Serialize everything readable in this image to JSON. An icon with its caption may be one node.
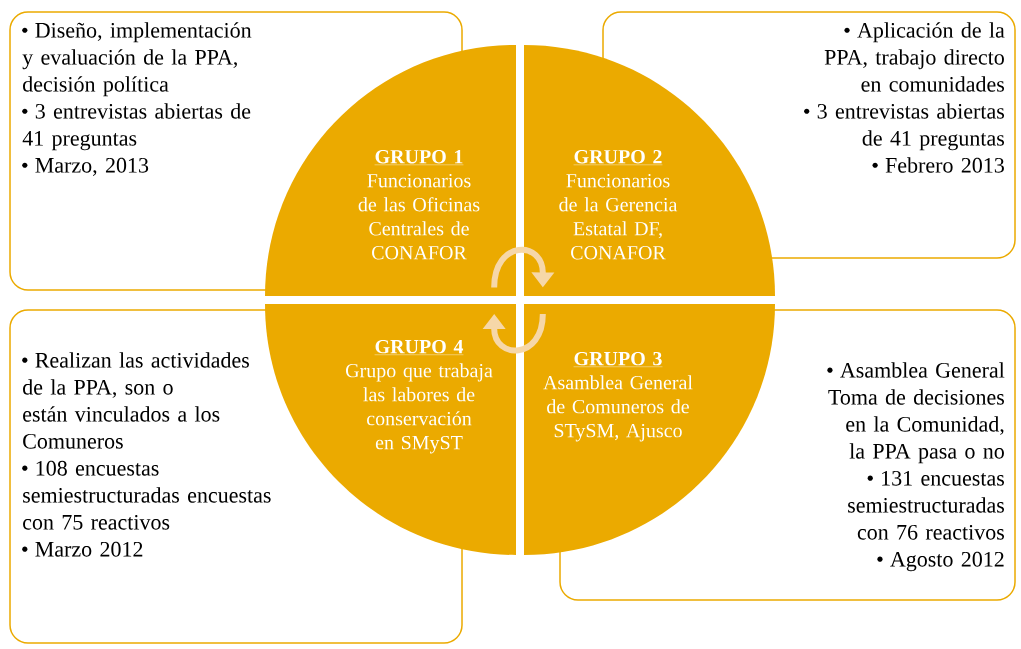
{
  "diagram": {
    "nodes": [
      {
        "text": [
          "Diseño, implementación y evaluación de la PPA, decisión política",
          "3 entrevistas abiertas de 41 preguntas",
          "Marzo, 2013"
        ]
      },
      {
        "text": [
          "Aplicación de la PPA, trabajo directo en comunidades",
          "3 entrevistas abiertas de 41 preguntas",
          "Febrero 2013"
        ]
      },
      {
        "text": [
          "Realizan las actividades de la PPA, son o están vinculados a los Comuneros",
          "108 encuestas semiestructuradas encuestas con 75 reactivos",
          "Marzo 2012"
        ]
      },
      {
        "text": [
          "Asamblea General Toma de decisiones en la Comunidad, la PPA pasa o no",
          "131 encuestas semiestructuradas con 76 reactivos",
          "Agosto 2012"
        ]
      },
      {
        "text": [
          "GRUPO 1",
          "Funcionarios de las Oficinas Centrales de CONAFOR"
        ]
      },
      {
        "text": [
          "GRUPO 2",
          "Funcionarios de la Gerencia Estatal DF, CONAFOR"
        ]
      },
      {
        "text": [
          "GRUPO 4",
          "Grupo que trabaja las labores de conservación en SMyST"
        ]
      },
      {
        "text": [
          "GRUPO 3",
          "Asamblea General de Comuneros de STySM, Ajusco"
        ]
      }
    ],
    "edges": [
      {
        "from": 4,
        "to": 5,
        "arrow": "to"
      },
      {
        "from": 7,
        "to": 6,
        "arrow": "to"
      }
    ]
  }
}
